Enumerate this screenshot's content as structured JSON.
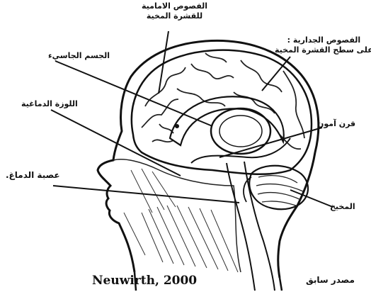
{
  "labels": {
    "frontal_lobes": [
      "الفصوص الامامية",
      "للقشرة المخية"
    ],
    "parietal_lobes": [
      "الفصوص الجدارية :",
      "على سطح القشرة المخية"
    ],
    "corpus_callosum": "الجسم الجاسيء",
    "amygdala": "اللوزة الدماغية",
    "hippocampus": "قرن آمون",
    "cerebellum": "المخيخ",
    "brain_nerve": "عصبة الدماغ."
  },
  "citation": {
    "english": "Neuwirth, 2000",
    "arabic": "مصدر سابق"
  }
}
